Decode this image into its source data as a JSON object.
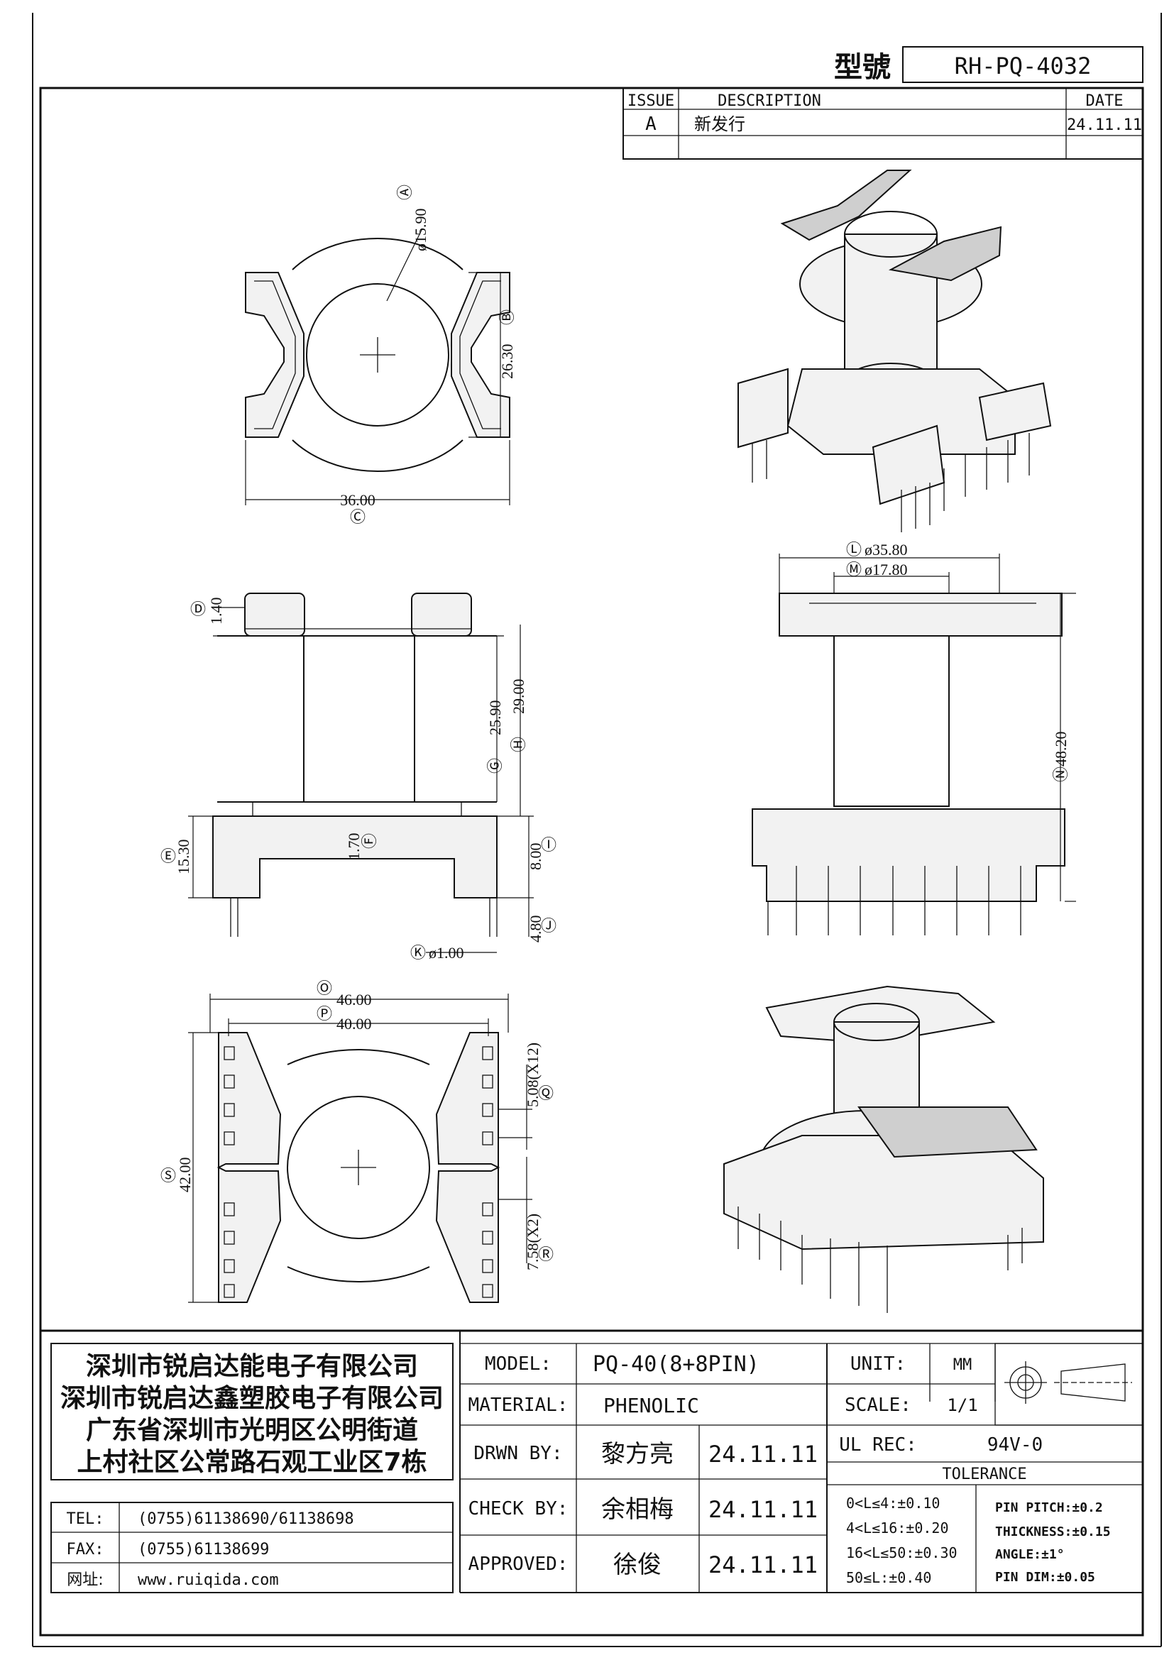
{
  "header": {
    "model_label": "型號",
    "model_number": "RH-PQ-4032"
  },
  "revision": {
    "headers": [
      "ISSUE",
      "DESCRIPTION",
      "DATE"
    ],
    "rows": [
      {
        "issue": "A",
        "description": "新发行",
        "date": "24.11.11"
      }
    ]
  },
  "dimensions": {
    "A": {
      "marker": "Ⓐ",
      "value": "ø15.90"
    },
    "B": {
      "marker": "Ⓑ",
      "value": "26.30"
    },
    "C": {
      "marker": "Ⓒ",
      "value": "36.00"
    },
    "D": {
      "marker": "Ⓓ",
      "value": "1.40"
    },
    "E": {
      "marker": "Ⓔ",
      "value": "15.30"
    },
    "F": {
      "marker": "Ⓕ",
      "value": "1.70"
    },
    "G": {
      "marker": "Ⓖ",
      "value": "25.90"
    },
    "H": {
      "marker": "Ⓗ",
      "value": "29.00"
    },
    "I": {
      "marker": "Ⓘ",
      "value": "8.00"
    },
    "J": {
      "marker": "Ⓙ",
      "value": "4.80"
    },
    "K": {
      "marker": "Ⓚ",
      "value": "ø1.00"
    },
    "L": {
      "marker": "Ⓛ",
      "value": "ø35.80"
    },
    "M": {
      "marker": "Ⓜ",
      "value": "ø17.80"
    },
    "N": {
      "marker": "Ⓝ",
      "value": "48.20"
    },
    "O": {
      "marker": "Ⓞ",
      "value": "46.00"
    },
    "P": {
      "marker": "Ⓟ",
      "value": "40.00"
    },
    "Q": {
      "marker": "Ⓠ",
      "value": "5.08(X12)"
    },
    "R": {
      "marker": "Ⓡ",
      "value": "7.58(X2)"
    },
    "S": {
      "marker": "Ⓢ",
      "value": "42.00"
    }
  },
  "company": {
    "lines": [
      "深圳市锐启达能电子有限公司",
      "深圳市锐启达鑫塑胶电子有限公司",
      "广东省深圳市光明区公明街道",
      "上村社区公常路石观工业区7栋"
    ],
    "tel_label": "TEL:",
    "tel": "(0755)61138690/61138698",
    "fax_label": "FAX:",
    "fax": "(0755)61138699",
    "web_label": "网址:",
    "web": "www.ruiqida.com"
  },
  "titleblock": {
    "model_label": "MODEL:",
    "model": "PQ-40(8+8PIN)",
    "unit_label": "UNIT:",
    "unit": "MM",
    "material_label": "MATERIAL:",
    "material": "PHENOLIC",
    "scale_label": "SCALE:",
    "scale": "1/1",
    "drawn_label": "DRWN BY:",
    "drawn_by": "黎方亮",
    "drawn_date": "24.11.11",
    "ul_label": "UL REC:",
    "ul": "94V-0",
    "check_label": "CHECK BY:",
    "check_by": "余相梅",
    "check_date": "24.11.11",
    "approved_label": "APPROVED:",
    "approved_by": "徐俊",
    "approved_date": "24.11.11",
    "tolerance_label": "TOLERANCE",
    "tolerance_left": [
      "0<L≤4:±0.10",
      "4<L≤16:±0.20",
      "16<L≤50:±0.30",
      "50≤L:±0.40"
    ],
    "tolerance_right": [
      "PIN PITCH:±0.2",
      "THICKNESS:±0.15",
      "ANGLE:±1°",
      "PIN DIM:±0.05"
    ]
  }
}
